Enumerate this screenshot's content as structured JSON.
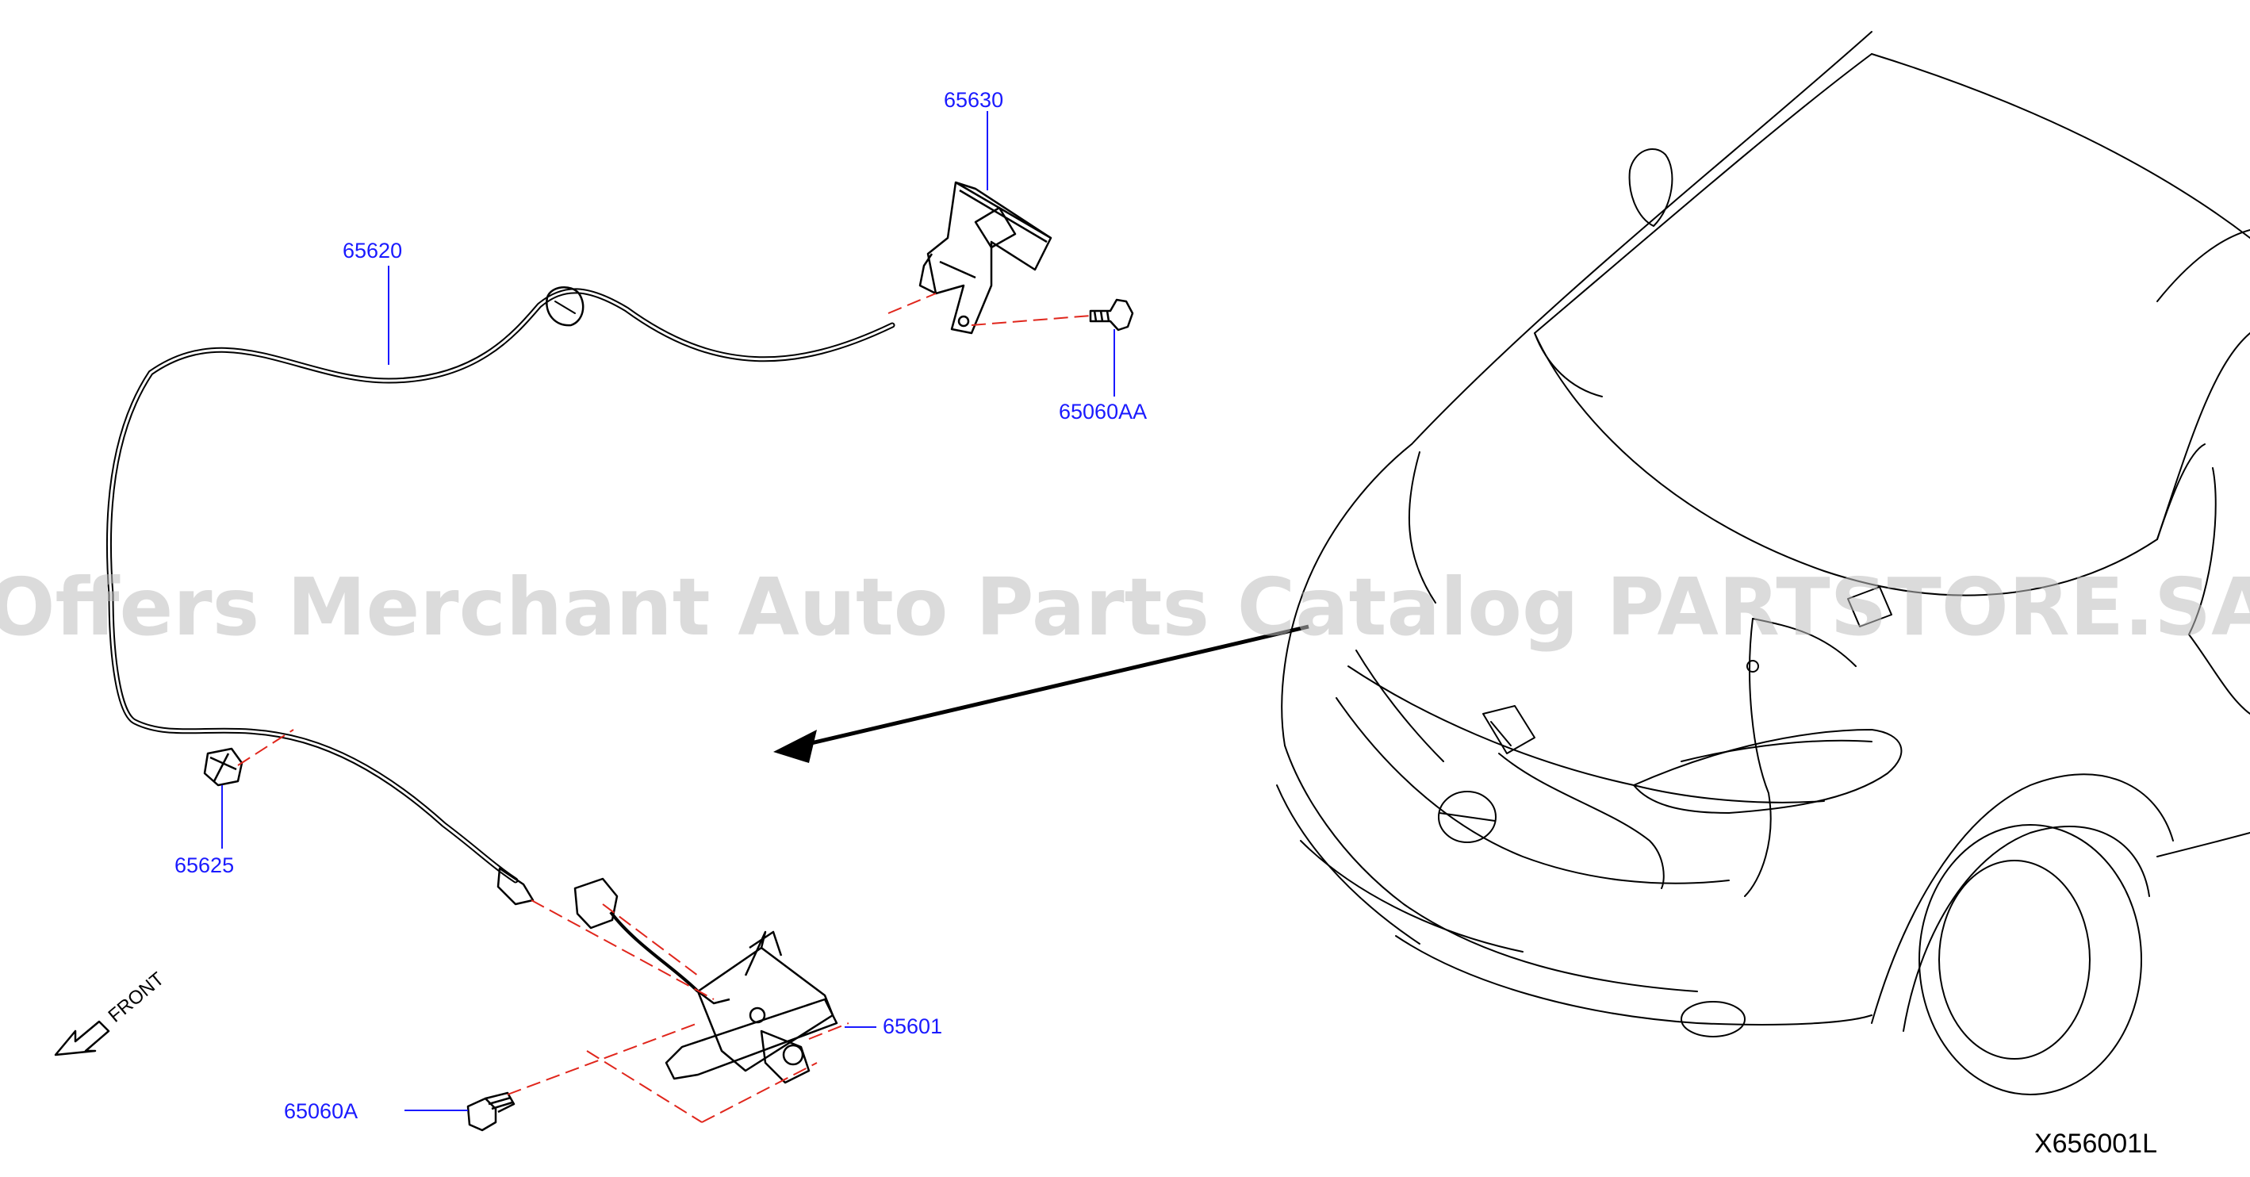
{
  "diagram": {
    "callouts": {
      "hood_lock_control": "65630",
      "hood_lock_cable": "65620",
      "bolt_control": "65060AA",
      "cable_clip": "65625",
      "hood_lock": "65601",
      "bolt_lock": "65060A"
    },
    "front_indicator": "FRONT",
    "illustration_code": "X656001L",
    "watermark": "Offers Merchant Auto Parts Catalog PARTSTORE.SA"
  },
  "colors": {
    "callout_text": "#1a1aff",
    "line_art": "#000000",
    "dash_lines": "#e0261c",
    "watermark": "#bdbdbd"
  }
}
